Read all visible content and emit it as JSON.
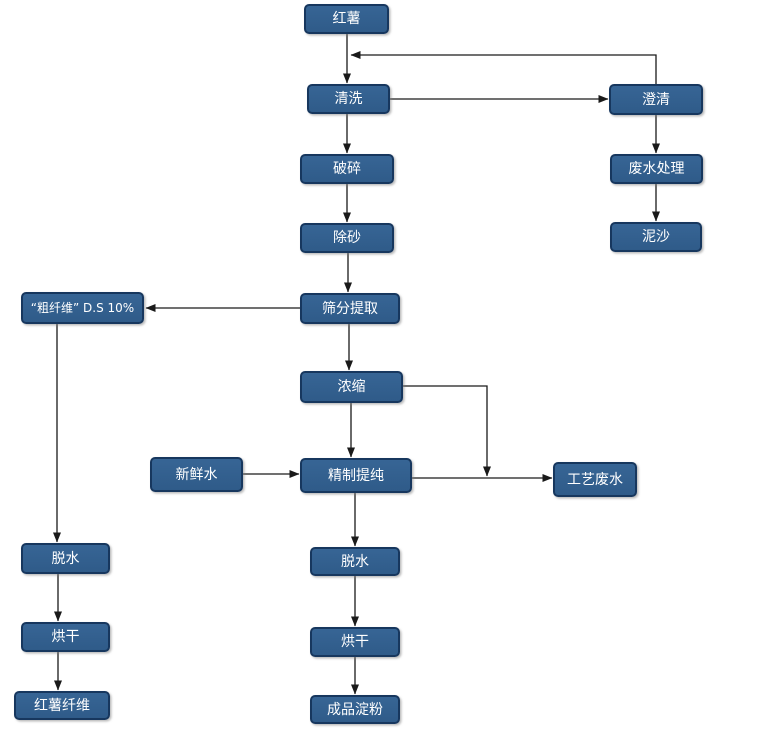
{
  "diagram": {
    "type": "flowchart",
    "nodes": {
      "sweet_potato": {
        "label": "红薯"
      },
      "washing": {
        "label": "清洗"
      },
      "clarifying": {
        "label": "澄清"
      },
      "crushing": {
        "label": "破碎"
      },
      "wastewater_treatment": {
        "label": "废水处理"
      },
      "sand_removal": {
        "label": "除砂"
      },
      "sediment": {
        "label": "泥沙"
      },
      "sieving_extraction": {
        "label": "筛分提取"
      },
      "coarse_fiber": {
        "label": "“粗纤维” D.S 10%"
      },
      "concentration": {
        "label": "浓缩"
      },
      "fresh_water": {
        "label": "新鲜水"
      },
      "refining": {
        "label": "精制提纯"
      },
      "process_wastewater": {
        "label": "工艺废水"
      },
      "dewatering_fiber": {
        "label": "脱水"
      },
      "drying_fiber": {
        "label": "烘干"
      },
      "sweet_potato_fiber": {
        "label": "红薯纤维"
      },
      "dewatering_starch": {
        "label": "脱水"
      },
      "drying_starch": {
        "label": "烘干"
      },
      "finished_starch": {
        "label": "成品淀粉"
      }
    },
    "edges": [
      {
        "from": "sweet_potato",
        "to": "washing"
      },
      {
        "from": "washing",
        "to": "clarifying"
      },
      {
        "from": "clarifying",
        "to": "washing",
        "note": "recycle loop back into sweet_potato-to-washing stream"
      },
      {
        "from": "clarifying",
        "to": "wastewater_treatment"
      },
      {
        "from": "wastewater_treatment",
        "to": "sediment"
      },
      {
        "from": "washing",
        "to": "crushing"
      },
      {
        "from": "crushing",
        "to": "sand_removal"
      },
      {
        "from": "sand_removal",
        "to": "sieving_extraction"
      },
      {
        "from": "sieving_extraction",
        "to": "coarse_fiber"
      },
      {
        "from": "coarse_fiber",
        "to": "dewatering_fiber"
      },
      {
        "from": "dewatering_fiber",
        "to": "drying_fiber"
      },
      {
        "from": "drying_fiber",
        "to": "sweet_potato_fiber"
      },
      {
        "from": "sieving_extraction",
        "to": "concentration"
      },
      {
        "from": "concentration",
        "to": "refining"
      },
      {
        "from": "concentration",
        "to": "process_wastewater"
      },
      {
        "from": "fresh_water",
        "to": "refining"
      },
      {
        "from": "refining",
        "to": "process_wastewater"
      },
      {
        "from": "refining",
        "to": "dewatering_starch"
      },
      {
        "from": "dewatering_starch",
        "to": "drying_starch"
      },
      {
        "from": "drying_starch",
        "to": "finished_starch"
      }
    ],
    "colors": {
      "node_fill": "#33608D",
      "node_border": "#17375E",
      "node_text": "#FFFFFF",
      "connector": "#1A1A1A",
      "background": "#FFFFFF"
    }
  }
}
